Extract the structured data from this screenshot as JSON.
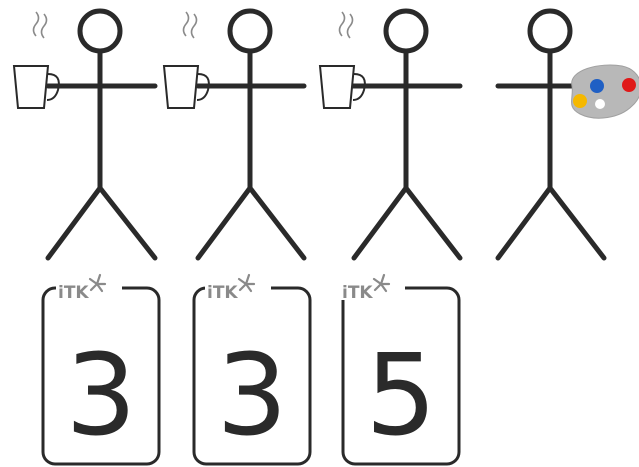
{
  "cards": [
    {
      "value": "3",
      "logo_text": "iTK"
    },
    {
      "value": "3",
      "logo_text": "iTK"
    },
    {
      "value": "5",
      "logo_text": "iTK"
    }
  ],
  "figures": [
    {
      "prop": "coffee-mug"
    },
    {
      "prop": "coffee-mug"
    },
    {
      "prop": "coffee-mug"
    },
    {
      "prop": "paint-palette"
    }
  ],
  "colors": {
    "line": "#2a2a2a",
    "card_border": "#2a2a2a",
    "palette_body": "#b8b8b8",
    "palette_blue": "#1f5fc4",
    "palette_red": "#e01818",
    "palette_yellow": "#f5b800",
    "logo_gray": "#8a8a8a"
  }
}
